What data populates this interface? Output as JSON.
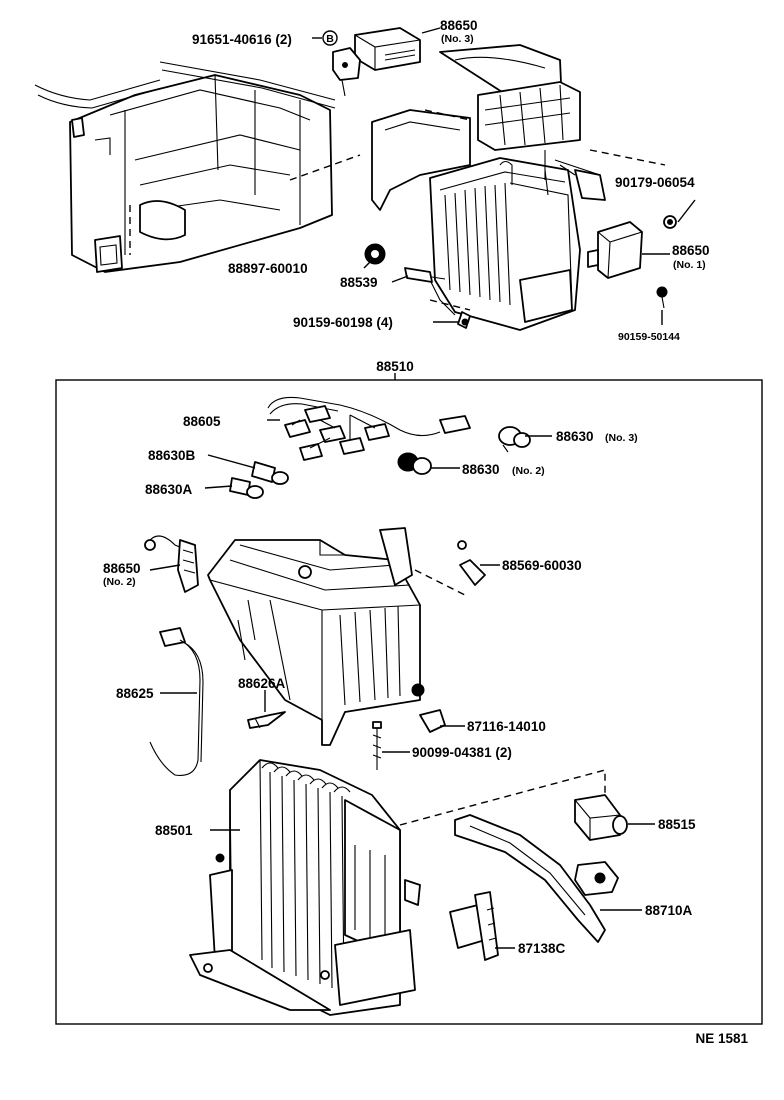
{
  "diagram": {
    "frame_label": "88510",
    "footer_code": "NE  1581",
    "circled_marker": "B",
    "labels": {
      "p91651": "91651-40616 (2)",
      "p88650_3": "88650",
      "p88650_3_sub": "(No. 3)",
      "p90179": "90179-06054",
      "p88650_1": "88650",
      "p88650_1_sub": "(No. 1)",
      "p88897": "88897-60010",
      "p88539": "88539",
      "p90159_198": "90159-60198 (4)",
      "p90159_144": "90159-50144",
      "p88605": "88605",
      "p88630_3": "88630",
      "p88630_3_sub": "(No. 3)",
      "p88630B": "88630B",
      "p88630_2": "88630",
      "p88630_2_sub": "(No. 2)",
      "p88630A": "88630A",
      "p88650_2": "88650",
      "p88650_2_sub": "(No. 2)",
      "p88569": "88569-60030",
      "p88625": "88625",
      "p88626A": "88626A",
      "p87116": "87116-14010",
      "p90099": "90099-04381 (2)",
      "p88501": "88501",
      "p88515": "88515",
      "p88710A": "88710A",
      "p87138C": "87138C"
    }
  }
}
